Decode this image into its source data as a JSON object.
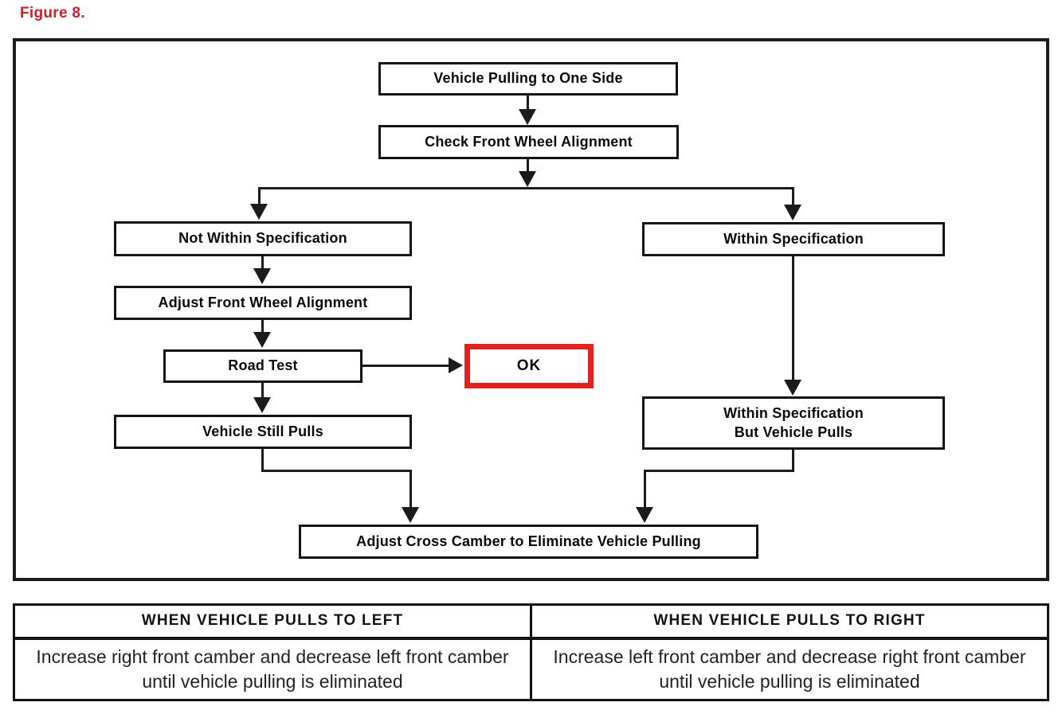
{
  "figure_title": "Figure 8.",
  "colors": {
    "title_red": "#c52329",
    "ok_border_red": "#e2221f",
    "line_black": "#1b1b1b"
  },
  "flowchart": {
    "nodes": [
      {
        "id": "vehicle-pulling",
        "label": "Vehicle Pulling to One Side"
      },
      {
        "id": "check-alignment",
        "label": "Check Front Wheel Alignment"
      },
      {
        "id": "not-within-spec",
        "label": "Not Within Specification"
      },
      {
        "id": "within-spec",
        "label": "Within Specification"
      },
      {
        "id": "adjust-alignment",
        "label": "Adjust Front Wheel Alignment"
      },
      {
        "id": "road-test",
        "label": "Road Test"
      },
      {
        "id": "ok",
        "label": "OK"
      },
      {
        "id": "vehicle-still-pulls",
        "label": "Vehicle Still Pulls"
      },
      {
        "id": "within-spec-but-pulls",
        "label": "Within Specification\nBut Vehicle Pulls"
      },
      {
        "id": "adjust-cross-camber",
        "label": "Adjust Cross Camber to Eliminate Vehicle Pulling"
      }
    ]
  },
  "table": {
    "columns": [
      {
        "header": "WHEN VEHICLE PULLS TO LEFT",
        "body": "Increase right front camber and decrease left front camber until vehicle pulling is eliminated"
      },
      {
        "header": "WHEN VEHICLE PULLS TO RIGHT",
        "body": "Increase left front camber and decrease right front camber until vehicle pulling is eliminated"
      }
    ]
  }
}
